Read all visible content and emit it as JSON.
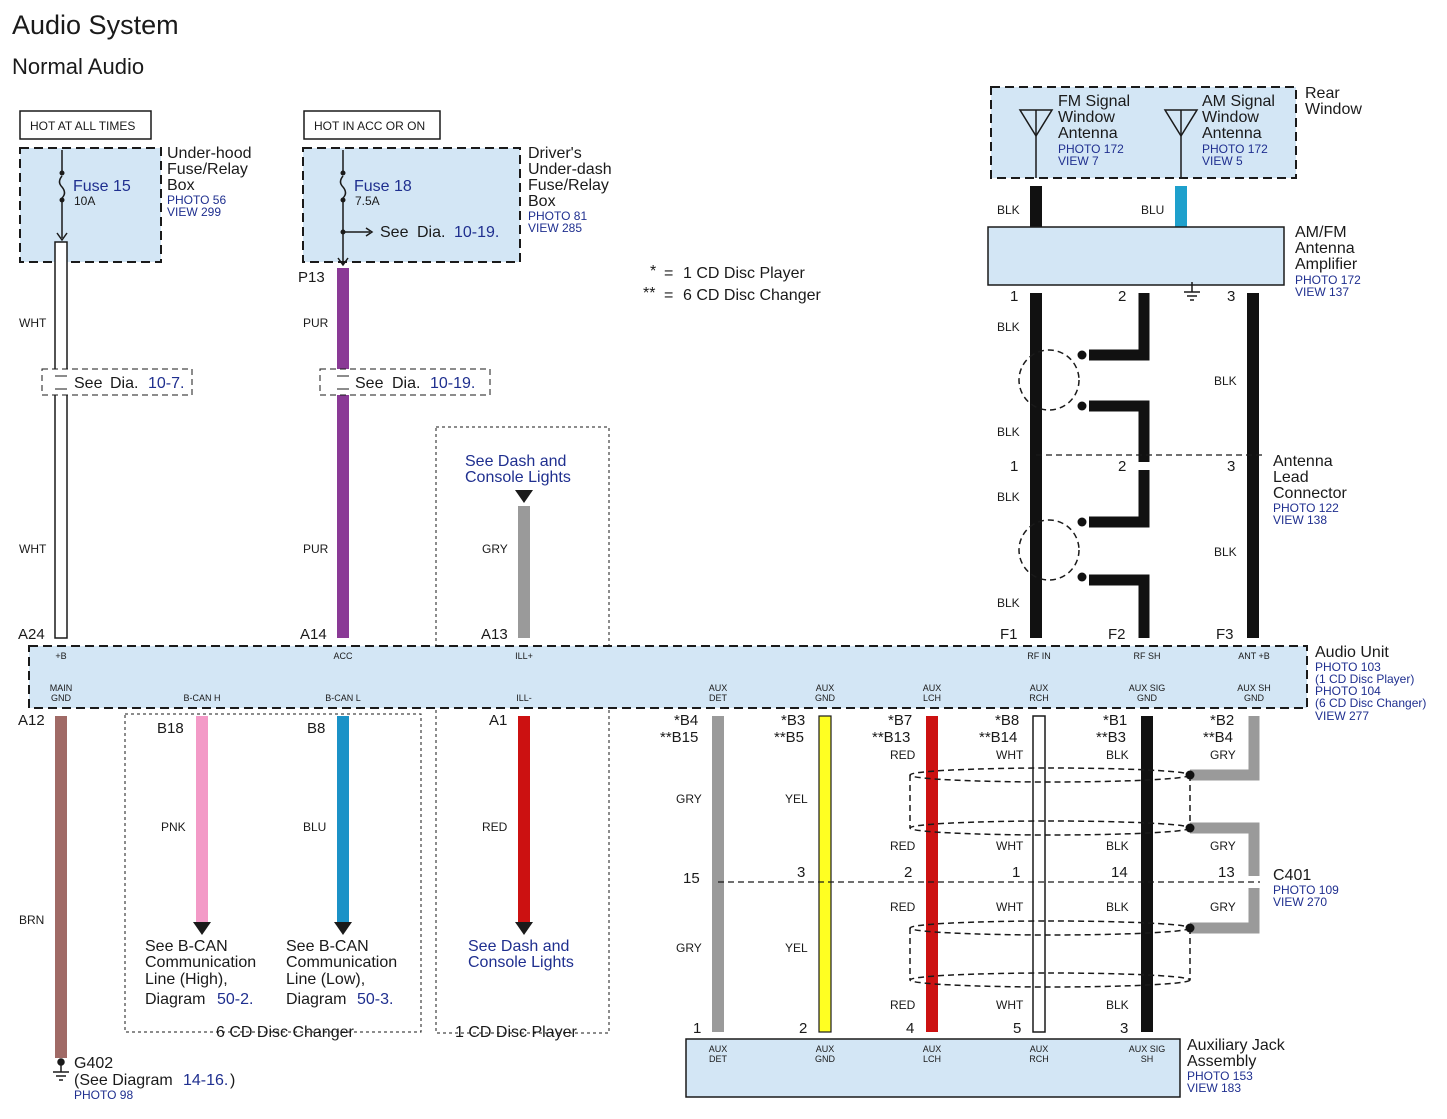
{
  "title": "Audio System",
  "subtitle": "Normal Audio",
  "legend": {
    "single_mark": "*",
    "double_mark": "**",
    "eq": "=",
    "single": "1 CD Disc Player",
    "double": "6 CD Disc Changer"
  },
  "power": {
    "hot1": "HOT AT ALL TIMES",
    "hot2": "HOT IN ACC OR ON"
  },
  "underhood": {
    "fuse": "Fuse 15",
    "amp": "10A",
    "l1": "Under-hood",
    "l2": "Fuse/Relay",
    "l3": "Box",
    "photo": "PHOTO 56",
    "view": "VIEW 299"
  },
  "underdash": {
    "fuse": "Fuse 18",
    "amp": "7.5A",
    "see_pre": "See",
    "see_dia": "Dia.",
    "see_num": "10-19.",
    "l1": "Driver's",
    "l2": "Under-dash",
    "l3": "Fuse/Relay",
    "l4": "Box",
    "photo": "PHOTO 81",
    "view": "VIEW 285"
  },
  "antenna": {
    "fm1": "FM Signal",
    "fm2": "Window",
    "fm3": "Antenna",
    "fm_photo": "PHOTO 172",
    "fm_view": "VIEW 7",
    "am1": "AM Signal",
    "am2": "Window",
    "am3": "Antenna",
    "am_photo": "PHOTO 172",
    "am_view": "VIEW 5",
    "rw1": "Rear",
    "rw2": "Window"
  },
  "amplifier": {
    "l1": "AM/FM",
    "l2": "Antenna",
    "l3": "Amplifier",
    "photo": "PHOTO 172",
    "view": "VIEW 137",
    "p1": "1",
    "p2": "2",
    "p3": "3"
  },
  "lead": {
    "l1": "Antenna",
    "l2": "Lead",
    "l3": "Connector",
    "photo": "PHOTO 122",
    "view": "VIEW 138",
    "p1": "1",
    "p2": "2",
    "p3": "3"
  },
  "audio_unit": {
    "l1": "Audio Unit",
    "p1": "PHOTO 103",
    "p1b": "(1 CD Disc Player)",
    "p2": "PHOTO 104",
    "p2b": "(6 CD Disc Changer)",
    "view": "VIEW 277",
    "top_pins": [
      {
        "conn": "A24",
        "label": "+B"
      },
      {
        "conn": "A14",
        "label": "ACC"
      },
      {
        "conn": "A13",
        "label": "ILL+"
      },
      {
        "conn": "F1",
        "label": "RF IN"
      },
      {
        "conn": "F2",
        "label": "RF SH"
      },
      {
        "conn": "F3",
        "label": "ANT +B"
      }
    ],
    "bottom_pins": [
      {
        "label1": "MAIN",
        "label2": "GND"
      },
      {
        "label1": "B-CAN H",
        "label2": ""
      },
      {
        "label1": "B-CAN L",
        "label2": ""
      },
      {
        "label1": "ILL-",
        "label2": ""
      },
      {
        "label1": "AUX",
        "label2": "DET"
      },
      {
        "label1": "AUX",
        "label2": "GND"
      },
      {
        "label1": "AUX",
        "label2": "LCH"
      },
      {
        "label1": "AUX",
        "label2": "RCH"
      },
      {
        "label1": "AUX SIG",
        "label2": "GND"
      },
      {
        "label1": "AUX SH",
        "label2": "GND"
      }
    ],
    "bottom_conn": {
      "a12": "A12",
      "b18": "B18",
      "b8": "B8",
      "a1": "A1",
      "aux": [
        {
          "s": "*B4",
          "d": "**B15"
        },
        {
          "s": "*B3",
          "d": "**B5"
        },
        {
          "s": "*B7",
          "d": "**B13"
        },
        {
          "s": "*B8",
          "d": "**B14"
        },
        {
          "s": "*B1",
          "d": "**B3"
        },
        {
          "s": "*B2",
          "d": "**B4"
        }
      ]
    }
  },
  "p13": "P13",
  "wires": {
    "wht": "WHT",
    "pur": "PUR",
    "gry": "GRY",
    "blk": "BLK",
    "blu": "BLU",
    "brn": "BRN",
    "pnk": "PNK",
    "red": "RED",
    "yel": "YEL"
  },
  "see_dia_1": {
    "pre": "See",
    "dia": "Dia.",
    "num": "10-7."
  },
  "see_dia_2": {
    "pre": "See",
    "dia": "Dia.",
    "num": "10-19."
  },
  "dash_lights": {
    "l1": "See Dash and",
    "l2": "Console Lights"
  },
  "bcan_high": {
    "l1": "See B-CAN",
    "l2": "Communication",
    "l3": "Line (High),",
    "l4": "Diagram",
    "num": "50-2."
  },
  "bcan_low": {
    "l1": "See B-CAN",
    "l2": "Communication",
    "l3": "Line (Low),",
    "l4": "Diagram",
    "num": "50-3."
  },
  "changer_group": "6 CD Disc Changer",
  "player_group": "1 CD Disc Player",
  "ground": {
    "name": "G402",
    "l2": "(See Diagram",
    "num": "14-16.",
    "close": ")",
    "photo": "PHOTO 98"
  },
  "c401": {
    "name": "C401",
    "photo": "PHOTO 109",
    "view": "VIEW 270",
    "pins": [
      "15",
      "3",
      "2",
      "1",
      "14",
      "13"
    ]
  },
  "aux_jack": {
    "l1": "Auxiliary Jack",
    "l2": "Assembly",
    "photo": "PHOTO 153",
    "view": "VIEW 183",
    "pins": [
      {
        "num": "1",
        "l1": "AUX",
        "l2": "DET"
      },
      {
        "num": "2",
        "l1": "AUX",
        "l2": "GND"
      },
      {
        "num": "4",
        "l1": "AUX",
        "l2": "LCH"
      },
      {
        "num": "5",
        "l1": "AUX",
        "l2": "RCH"
      },
      {
        "num": "3",
        "l1": "AUX SIG",
        "l2": "SH"
      }
    ]
  }
}
